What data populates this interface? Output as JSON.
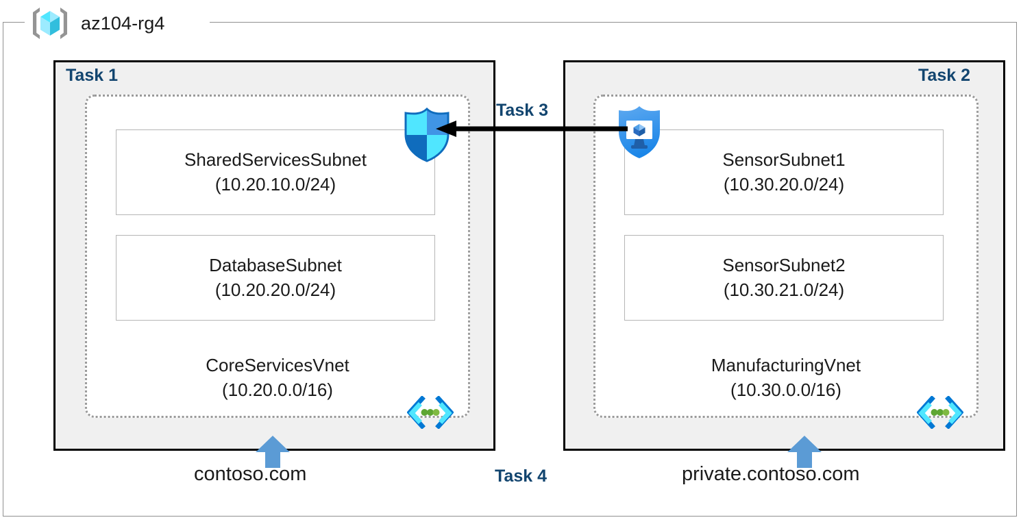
{
  "resource_group": {
    "name": "az104-rg4",
    "icon": "resource-group-icon"
  },
  "tasks": {
    "task1": "Task 1",
    "task2": "Task 2",
    "task3": "Task 3",
    "task4": "Task 4"
  },
  "vnets": [
    {
      "id": "core-services",
      "task": "Task 1",
      "name": "CoreServicesVnet",
      "cidr": "(10.20.0.0/16)",
      "icon": "virtual-network-icon",
      "dns_zone": "contoso.com",
      "subnets": [
        {
          "id": "shared-services",
          "name": "SharedServicesSubnet",
          "cidr": "(10.20.10.0/24)"
        },
        {
          "id": "database",
          "name": "DatabaseSubnet",
          "cidr": "(10.20.20.0/24)"
        }
      ]
    },
    {
      "id": "manufacturing",
      "task": "Task 2",
      "name": "ManufacturingVnet",
      "cidr": "(10.30.0.0/16)",
      "icon": "virtual-network-icon",
      "dns_zone": "private.contoso.com",
      "subnets": [
        {
          "id": "sensor1",
          "name": "SensorSubnet1",
          "cidr": "(10.30.20.0/24)"
        },
        {
          "id": "sensor2",
          "name": "SensorSubnet2",
          "cidr": "(10.30.21.0/24)"
        }
      ]
    }
  ],
  "icons": {
    "shield": "network-security-group-icon",
    "bastion": "bastion-host-icon",
    "vnet": "virtual-network-icon",
    "resource_group": "resource-group-icon",
    "peering_arrow": "peering-arrow-icon",
    "dns_arrow": "dns-link-arrow-icon"
  },
  "colors": {
    "task_label": "#12456F",
    "task_border": "#000000",
    "task_fill": "#F0F0F0",
    "vnet_border": "#9A9A9A",
    "subnet_border": "#B5B5B5",
    "rg_border": "#8F8F8F",
    "azure_blue": "#5B9BD5",
    "icon_cyan": "#50E6FF",
    "icon_blue": "#0078D4",
    "arrow_black": "#000000"
  }
}
